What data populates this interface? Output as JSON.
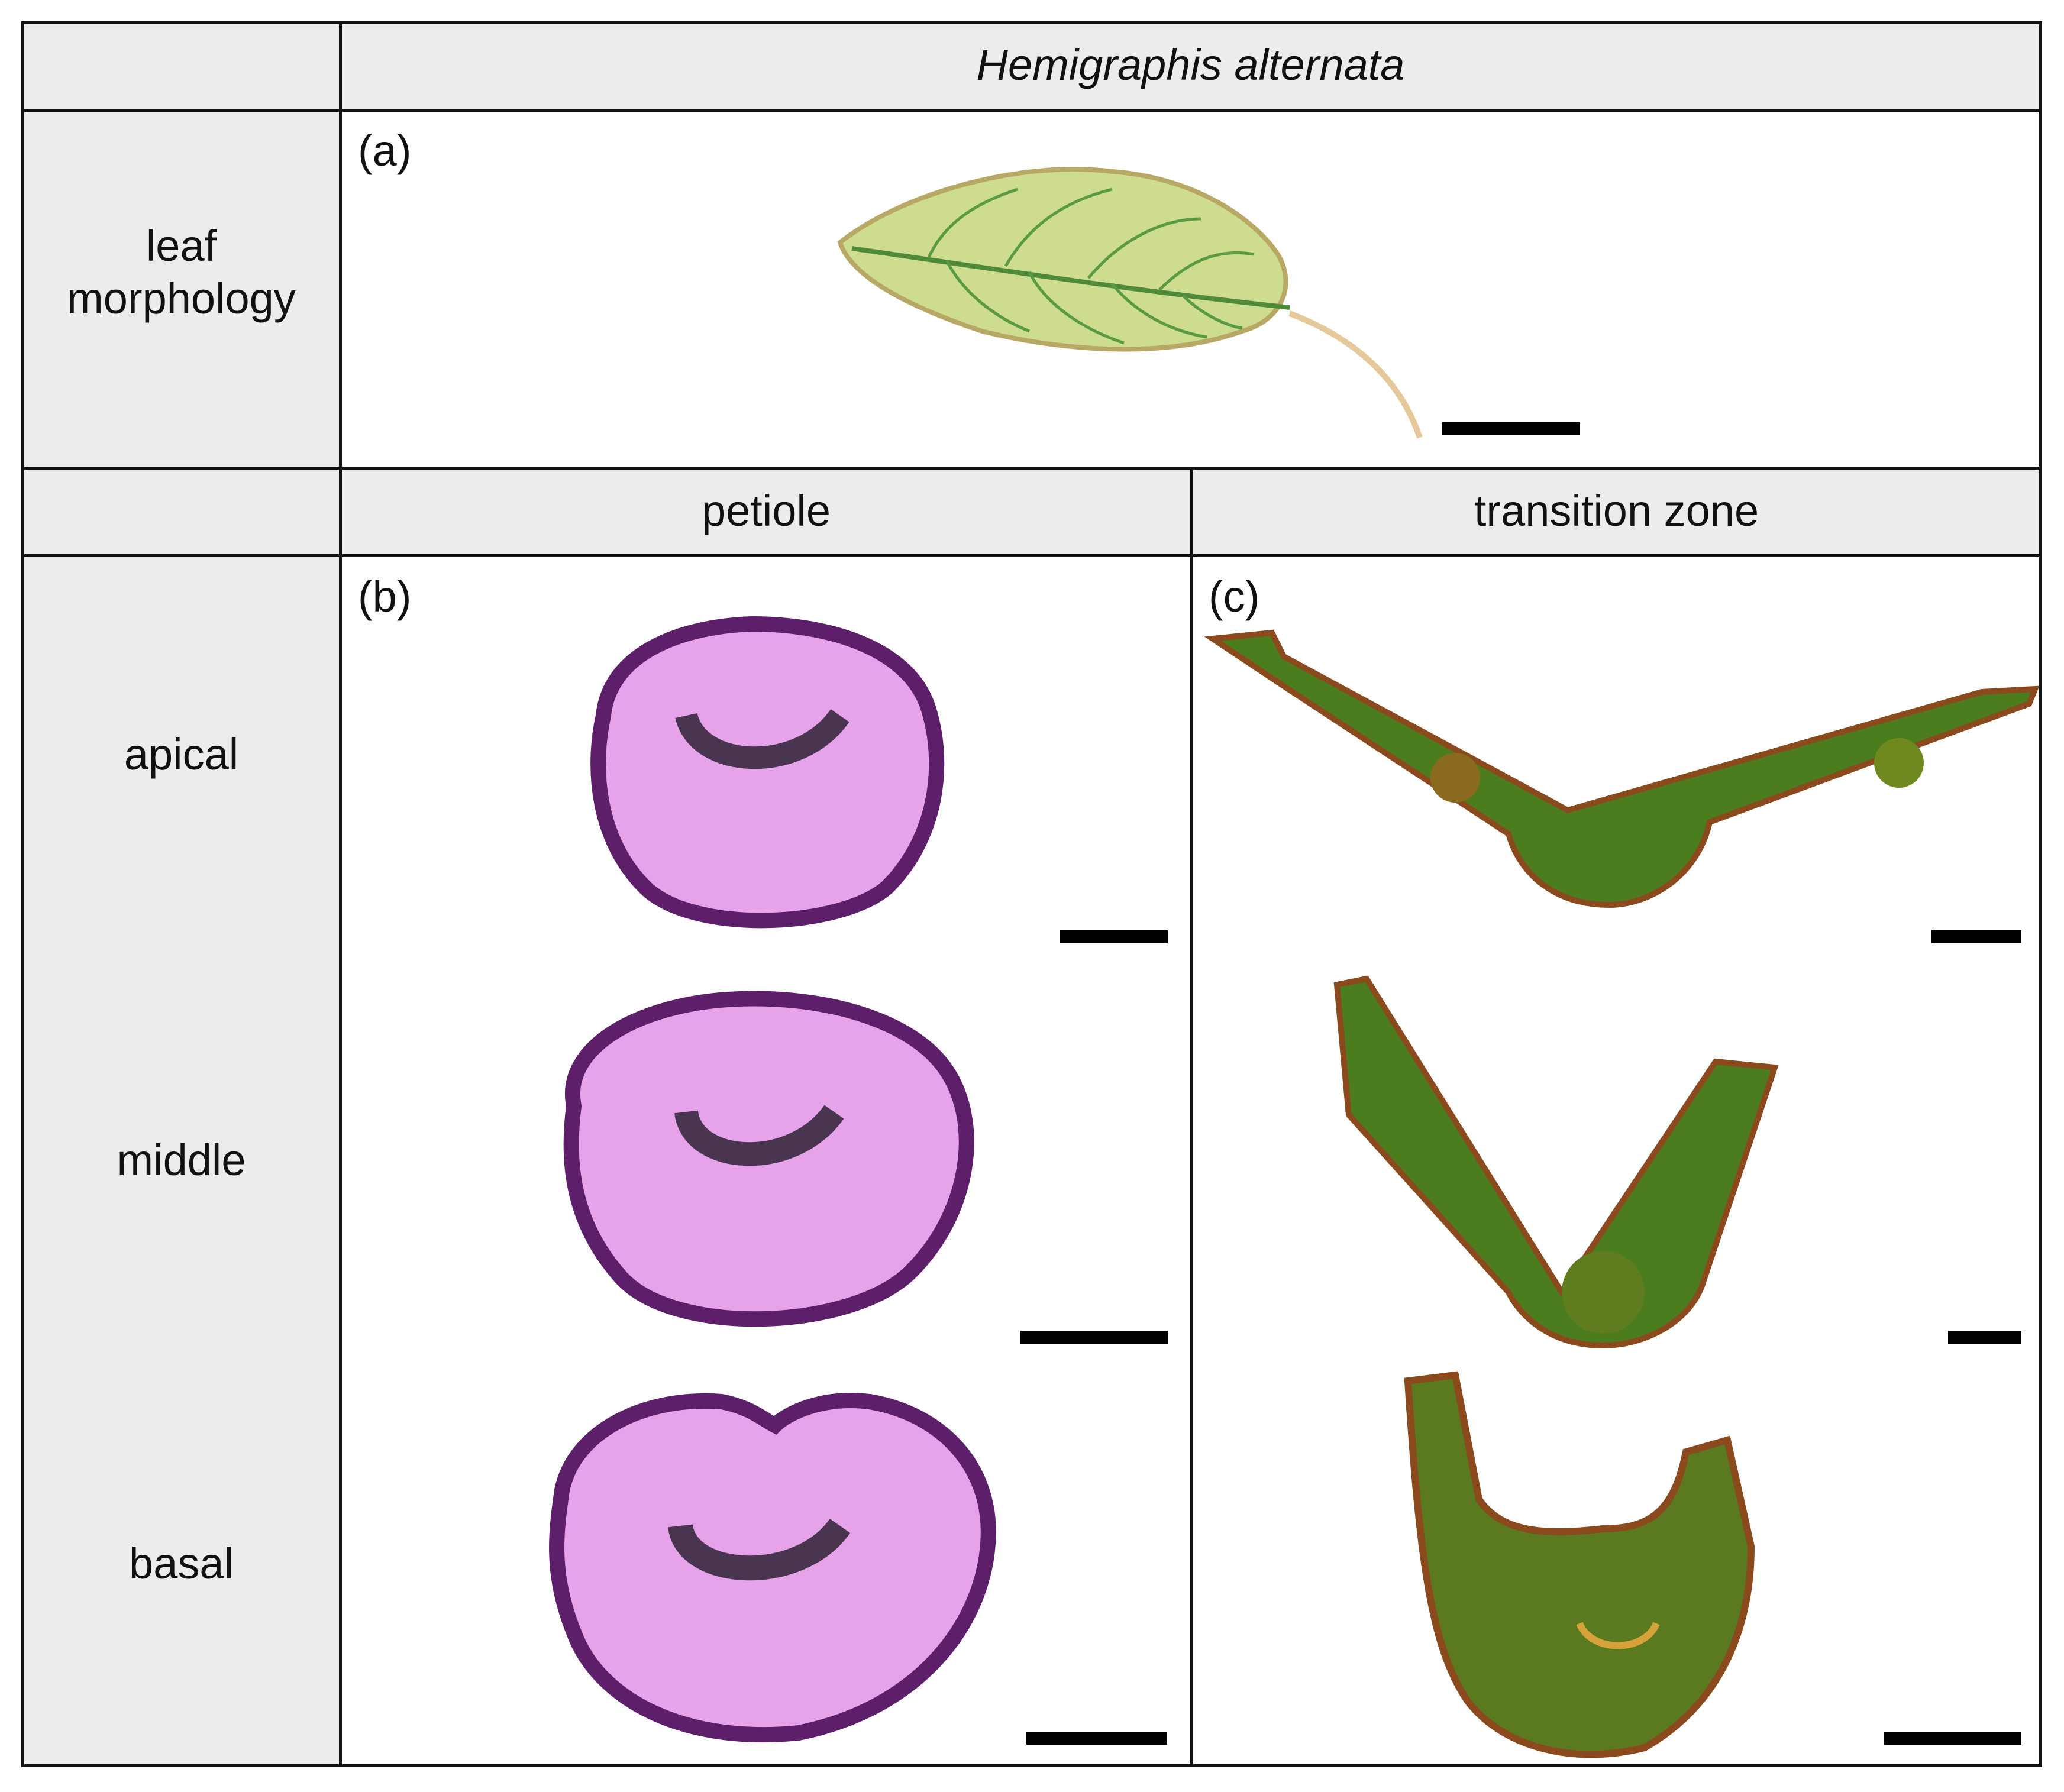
{
  "title": "Hemigraphis alternata",
  "rows": {
    "leaf": [
      "leaf",
      "morphology"
    ],
    "apical": "apical",
    "middle": "middle",
    "basal": "basal"
  },
  "columns": {
    "petiole": "petiole",
    "transition": "transition zone"
  },
  "panels": {
    "a": "(a)",
    "b": "(b)",
    "c": "(c)"
  },
  "colors": {
    "header_bg": "#ececec",
    "grid_line": "#111111",
    "leaf_green": "#cddc8f",
    "vein_green": "#4f8a3a",
    "petiole_stain": "#7d2f87",
    "petiole_cells": "#e6a3ea",
    "fluor_green": "#4b7d1f",
    "fluor_red": "#8a4a1e"
  }
}
